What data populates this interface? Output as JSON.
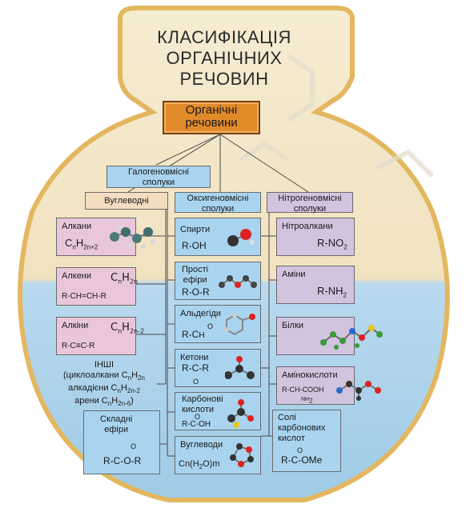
{
  "title_lines": [
    "КЛАСИФІКАЦІЯ",
    "ОРГАНІЧНИХ",
    "РЕЧОВИН"
  ],
  "root_lines": [
    "Органічні",
    "речовини"
  ],
  "halogen_lines": [
    "Галогеновмісні",
    "сполуки"
  ],
  "hydrocarbons_label": "Вуглеводні",
  "oxygen_lines": [
    "Оксигеновмісні",
    "сполуки"
  ],
  "nitrogen_lines": [
    "Нітрогеновмісні",
    "сполуки"
  ],
  "alkanes": {
    "label": "Алкани",
    "f_base": "C",
    "f_sub1": "n",
    "f_mid": "H",
    "f_sub2": "2n+2"
  },
  "alkenes": {
    "label": "Алкени",
    "f_base": "C",
    "f_sub1": "n",
    "f_mid": "H",
    "f_sub2": "2n",
    "structure": "R-CH=CH-R"
  },
  "alkynes": {
    "label": "Алкіни",
    "f_base": "C",
    "f_sub1": "n",
    "f_mid": "H",
    "f_sub2": "2n-2",
    "structure": "R-C≡C-R"
  },
  "others": {
    "l1": "ІНШІ",
    "l2a": "(циклоалкани C",
    "l2s1": "n",
    "l2b": "H",
    "l2s2": "2n",
    "l3a": "алкадієни C",
    "l3s1": "n",
    "l3b": "H",
    "l3s2": "2n-2",
    "l4a": "арени C",
    "l4s1": "n",
    "l4b": "H",
    "l4s2": "2n-6",
    "l4c": ")"
  },
  "esters": {
    "lines": [
      "Складні",
      "ефіри"
    ],
    "o": "O",
    "structure": "R-C-O-R"
  },
  "alcohols": {
    "label": "Спирти",
    "structure": "R-OH"
  },
  "ethers": {
    "lines": [
      "Прості",
      "ефіри"
    ],
    "structure": "R-O-R"
  },
  "aldehydes": {
    "label": "Альдегіди",
    "o": "O",
    "structure": "R-C",
    "h": "H"
  },
  "ketones": {
    "label": "Кетони",
    "top": "R-C-R",
    "o": "O"
  },
  "carboxylic": {
    "lines": [
      "Карбонові",
      "кислоти"
    ],
    "o": "O",
    "structure": "R-C-OH"
  },
  "carbs": {
    "label": "Вуглеводи",
    "base": "Cn(H",
    "sub": "2",
    "tail": "O)m"
  },
  "nitroalkanes": {
    "label": "Нітроалкани",
    "f": "R-NO",
    "sub": "2"
  },
  "amines": {
    "label": "Аміни",
    "f": "R-NH",
    "sub": "2"
  },
  "proteins": {
    "label": "Білки"
  },
  "aminoacids": {
    "label": "Амінокислоти",
    "f": "R-CH-COOH",
    "nh": "NH",
    "nh_sub": "2"
  },
  "salts": {
    "lines": [
      "Солі",
      "карбонових",
      "кислот"
    ],
    "o": "O",
    "structure": "R-C-OMe"
  },
  "colors": {
    "flask_top": "#f3e7c8",
    "flask_bottom": "#b9d9ee",
    "flask_border": "#e3b760",
    "root": "#e08a2a"
  }
}
